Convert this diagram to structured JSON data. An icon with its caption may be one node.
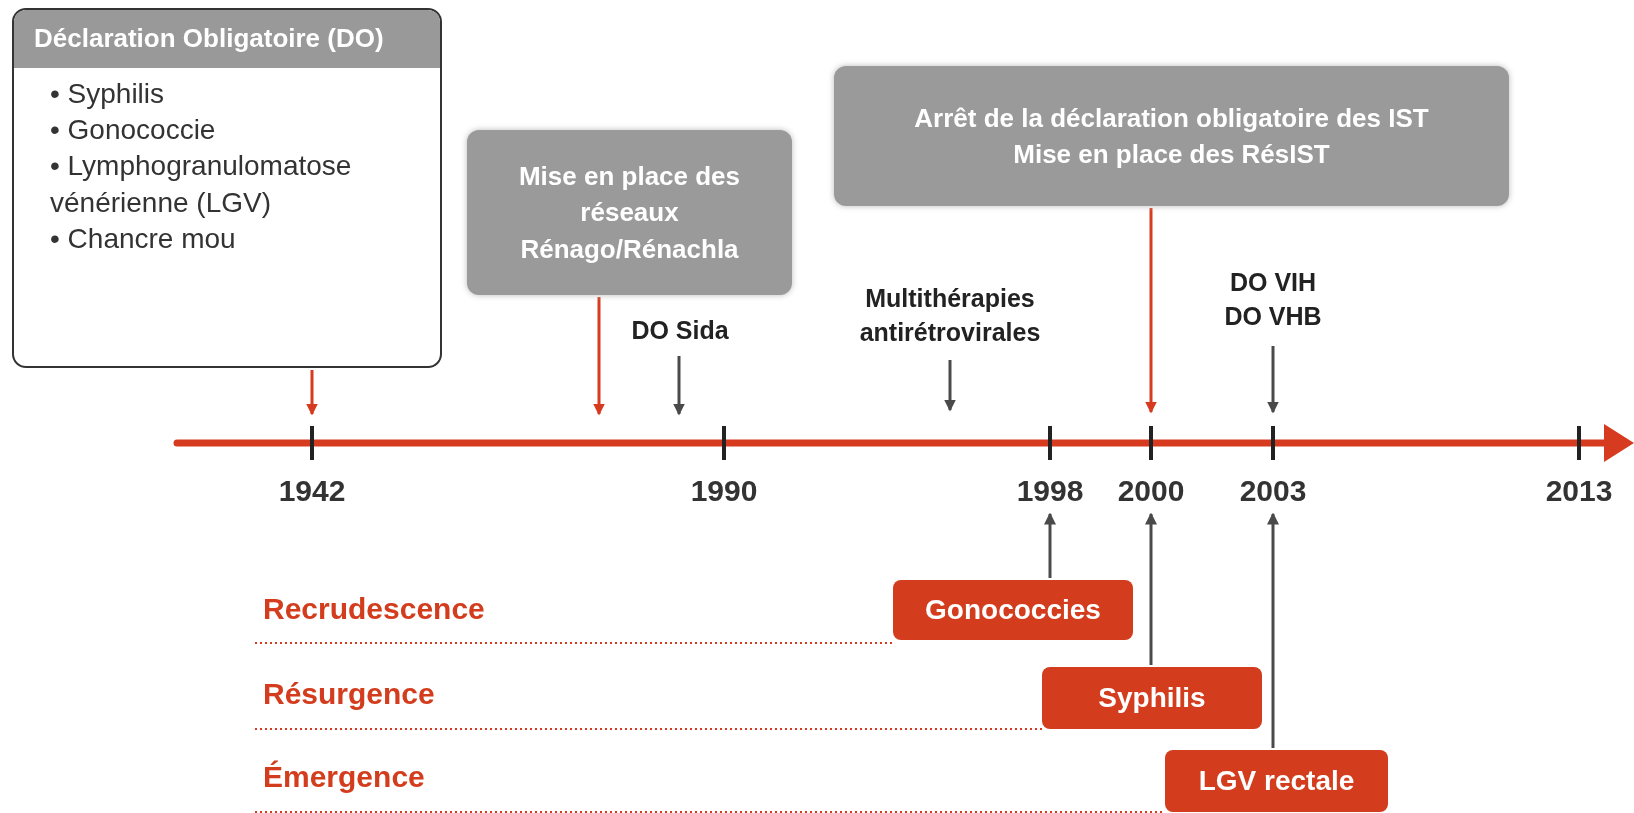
{
  "diagram": {
    "nodes": [
      {
        "text": [
          "Déclaration Obligatoire (DO)",
          "• Syphilis",
          "• Gonococcie",
          "• Lymphogranulomatose vénérienne (LGV)",
          "• Chancre mou"
        ]
      },
      {
        "text": [
          "Mise en place des réseaux Rénago/Rénachla"
        ]
      },
      {
        "text": [
          "Arrêt de la déclaration obligatoire des IST",
          "Mise en place des RésIST"
        ]
      },
      {
        "text": [
          "DO Sida"
        ]
      },
      {
        "text": [
          "Multithérapies antirétrovirales"
        ]
      },
      {
        "text": [
          "DO VIH",
          "DO VHB"
        ]
      },
      {
        "text": [
          "Gonococcies"
        ]
      },
      {
        "text": [
          "Syphilis"
        ]
      },
      {
        "text": [
          "LGV rectale"
        ]
      },
      {
        "text": [
          "1998"
        ]
      },
      {
        "text": [
          "2000"
        ]
      },
      {
        "text": [
          "2003"
        ]
      }
    ],
    "edges": [
      {
        "from": 0,
        "to": null,
        "arrow": "to",
        "color": "#d63b1f"
      },
      {
        "from": 1,
        "to": null,
        "arrow": "to",
        "color": "#d63b1f"
      },
      {
        "from": 3,
        "to": null,
        "arrow": "to"
      },
      {
        "from": 4,
        "to": null,
        "arrow": "to"
      },
      {
        "from": 2,
        "to": null,
        "arrow": "to",
        "color": "#d63b1f"
      },
      {
        "from": 5,
        "to": null,
        "arrow": "to"
      },
      {
        "from": 6,
        "to": 9,
        "arrow": "to"
      },
      {
        "from": 7,
        "to": 10,
        "arrow": "to"
      },
      {
        "from": 8,
        "to": 11,
        "arrow": "to"
      }
    ],
    "labels": [
      "1942",
      "1990",
      "2013",
      "Recrudescence",
      "Résurgence",
      "Émergence"
    ]
  }
}
